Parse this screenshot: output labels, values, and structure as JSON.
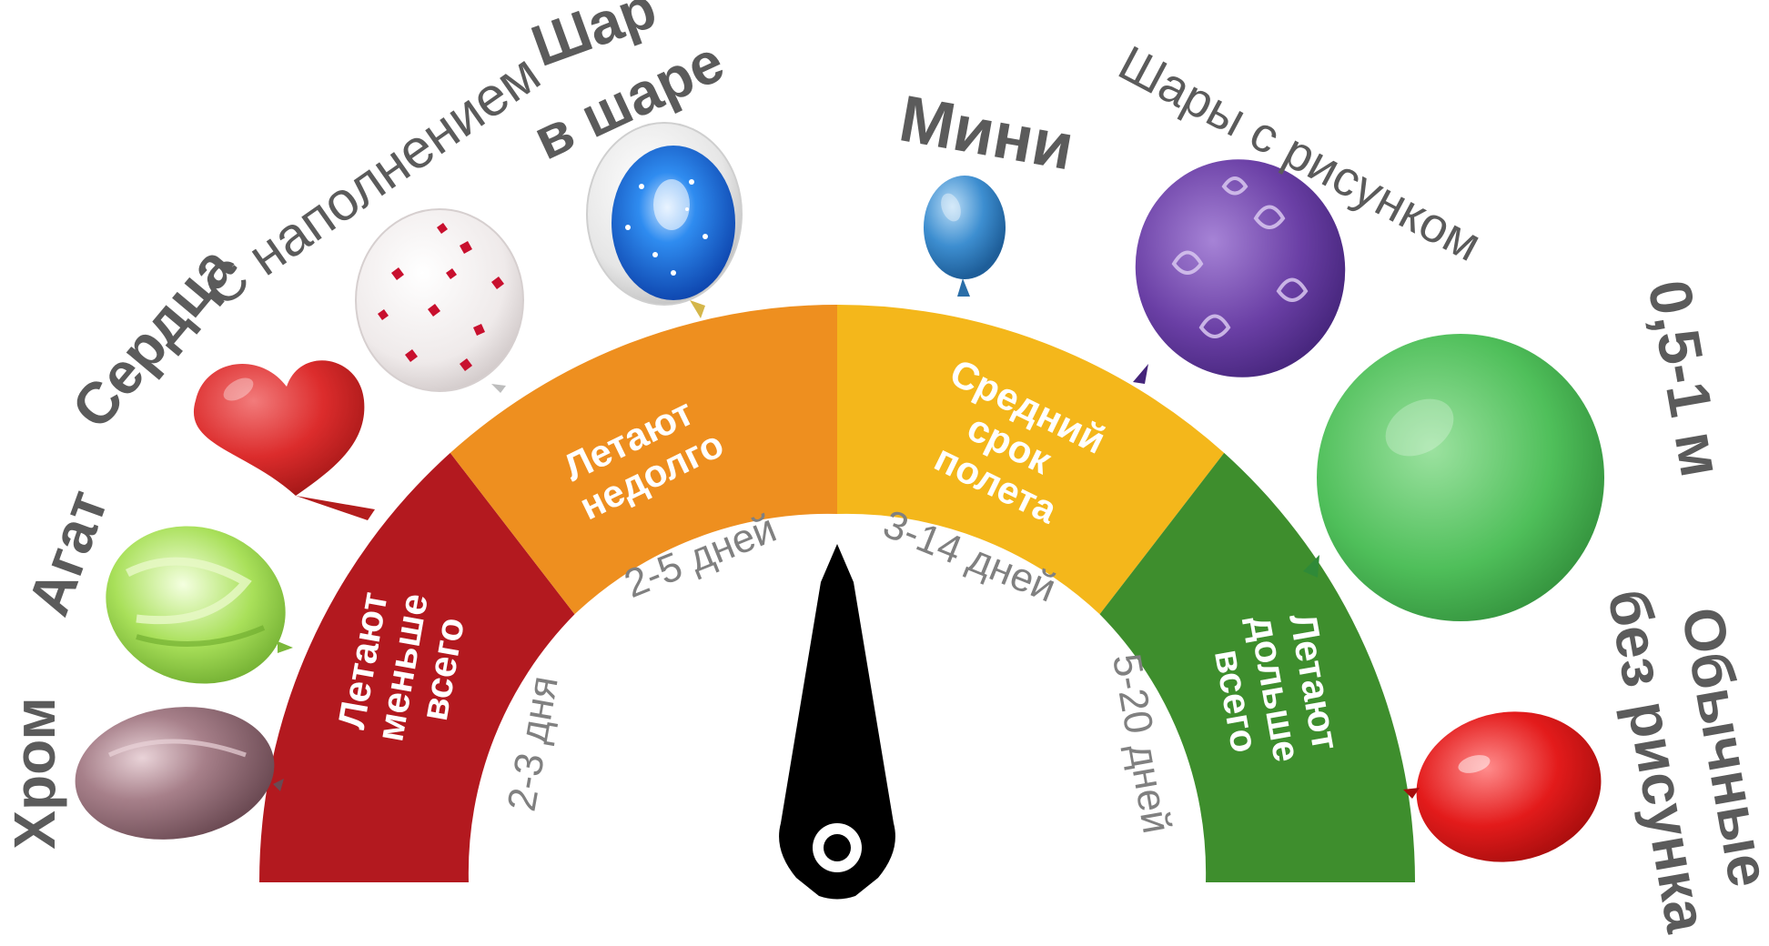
{
  "gauge": {
    "segments": [
      {
        "label_lines": [
          "Летают",
          "меньше",
          "всего"
        ],
        "range": "2-3 дня",
        "color": "#b3191f"
      },
      {
        "label_lines": [
          "Летают",
          "недолго"
        ],
        "range": "2-5 дней",
        "color": "#ee8f1f"
      },
      {
        "label_lines": [
          "Средний",
          "срок",
          "полета"
        ],
        "range": "3-14 дней",
        "color": "#f4b71b"
      },
      {
        "label_lines": [
          "Летают",
          "дольше",
          "всего"
        ],
        "range": "5-20 дней",
        "color": "#3e8e2d"
      }
    ]
  },
  "balloons": {
    "chrome": {
      "label": "Хром",
      "color": "#a7808a"
    },
    "agate": {
      "label": "Агат",
      "color": "#a9e05a"
    },
    "hearts": {
      "label": "Сердца",
      "color": "#dc2c2c"
    },
    "filled": {
      "label": "С наполнением",
      "color": "#e8e4e4"
    },
    "bubble": {
      "label_line1": "Шар",
      "label_line2": "в шаре",
      "color": "#1f6fd9"
    },
    "mini": {
      "label": "Мини",
      "color": "#3d8ed0"
    },
    "printed": {
      "label": "Шары с рисунком",
      "color": "#6a3fa5"
    },
    "big": {
      "label": "0,5-1 м",
      "color": "#4fbf5a"
    },
    "plain": {
      "label_line1": "Обычные",
      "label_line2": "без рисунка",
      "color": "#e31b1b"
    }
  }
}
